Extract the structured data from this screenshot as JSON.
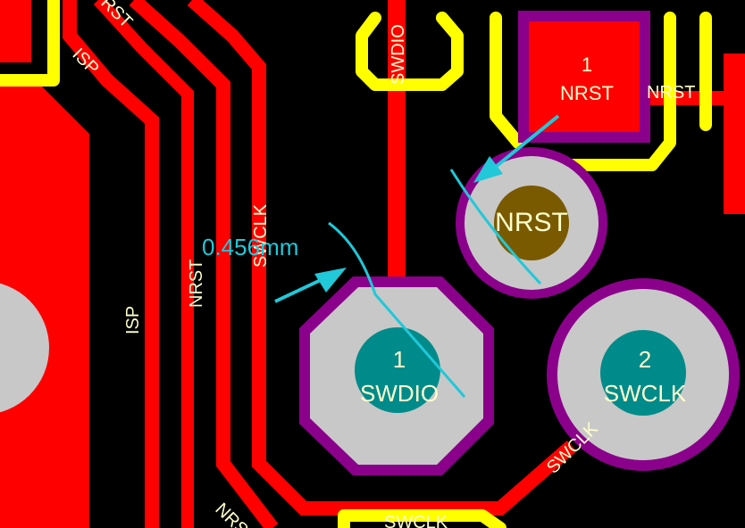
{
  "colors": {
    "background": "#000000",
    "copper": "#ff0000",
    "silkscreen": "#ffff00",
    "pad_outline": "#8b008b",
    "pad_fill": "#c8c8c8",
    "drill_teal": "#008b8b",
    "drill_brown": "#7a5a00",
    "label_text": "#ffffcc",
    "measure": "#20c8d8"
  },
  "measurement": {
    "value": "0.456mm"
  },
  "pads": {
    "swdio": {
      "number": "1",
      "net": "SWDIO"
    },
    "swclk": {
      "number": "2",
      "net": "SWCLK"
    },
    "nrst_via": {
      "net": "NRST"
    },
    "nrst_smd": {
      "number": "1",
      "net": "NRST"
    }
  },
  "trace_labels": {
    "nrst_right": "NRST",
    "swdio_top": "SWDIO",
    "isp_top": "ISP",
    "isp_left": "ISP",
    "nrst_left": "NRST",
    "swclk_mid": "SWCLK",
    "swclk_diag": "SWCLK",
    "swclk_bottom": "SWCLK",
    "nrst_bottom": "NRST",
    "rst_top": "RST"
  }
}
